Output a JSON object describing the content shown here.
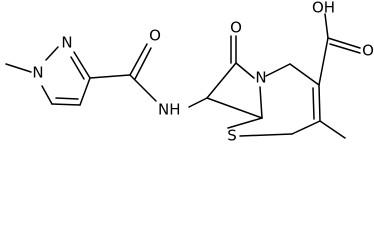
{
  "molecule": {
    "atoms": {
      "n_methyl": "N",
      "n_ring": "N",
      "o_amide": "O",
      "nh_amide": "NH",
      "o_lactam": "O",
      "n_lactam": "N",
      "cooh": "OH",
      "o_acid": "O",
      "s_ring": "S"
    }
  },
  "colors": {
    "bond": "#000000",
    "label": "#000000",
    "background": "#ffffff"
  }
}
